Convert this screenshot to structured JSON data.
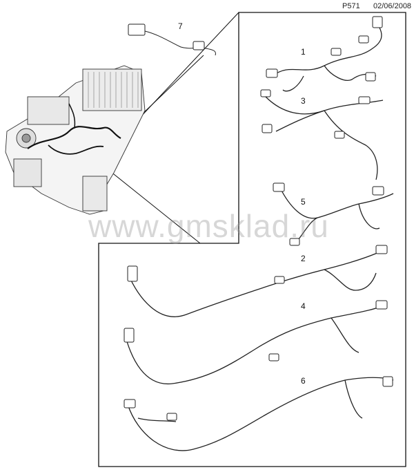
{
  "header": {
    "code": "P571",
    "date": "02/06/2008"
  },
  "callouts": {
    "c1": "1",
    "c2": "2",
    "c3": "3",
    "c4": "4",
    "c5": "5",
    "c6": "6",
    "c7": "7"
  },
  "watermark": "www.gmsklad.ru"
}
